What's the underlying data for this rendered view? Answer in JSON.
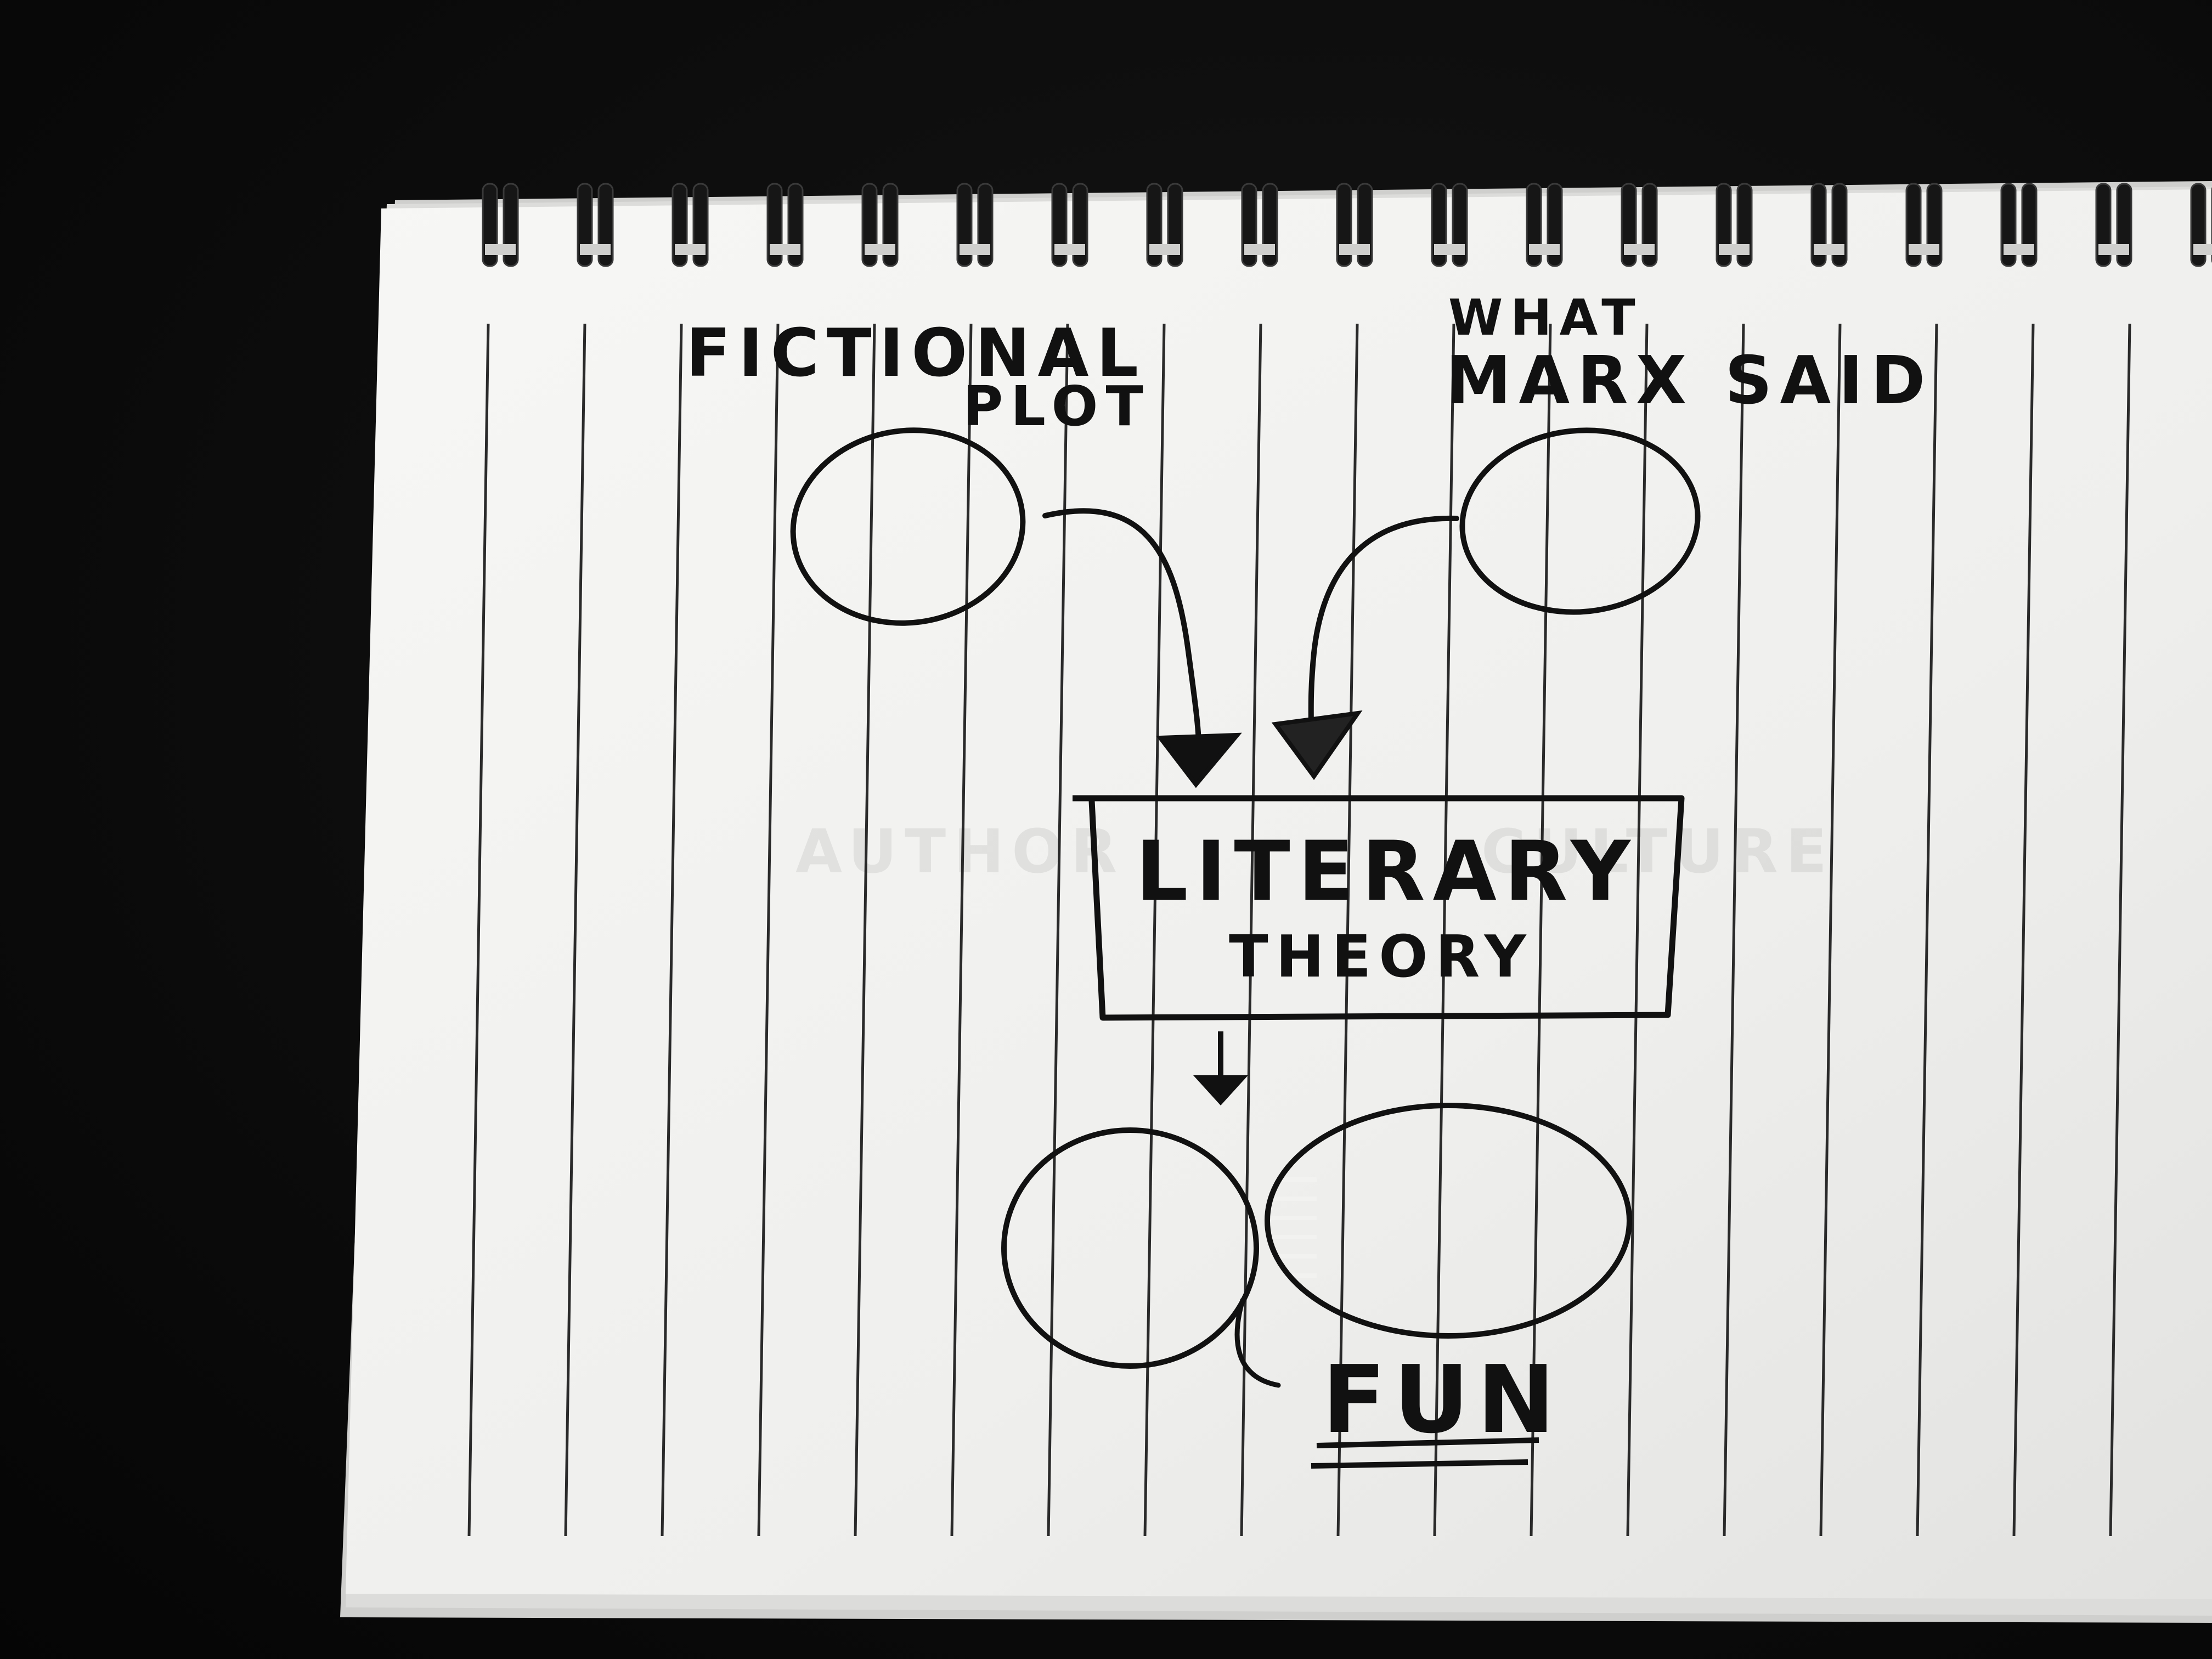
{
  "diagram": {
    "labels": {
      "left_input": [
        "FICTIONAL",
        "PLOT"
      ],
      "right_input": [
        "WHAT",
        "MARX SAID"
      ],
      "box": [
        "LITERARY",
        "THEORY"
      ],
      "result": "FUN"
    },
    "colors": {
      "background": "#0b0b0b",
      "paper": "#f4f4f2",
      "ink": "#111111",
      "rule_lines": "#2a2a2a"
    }
  }
}
